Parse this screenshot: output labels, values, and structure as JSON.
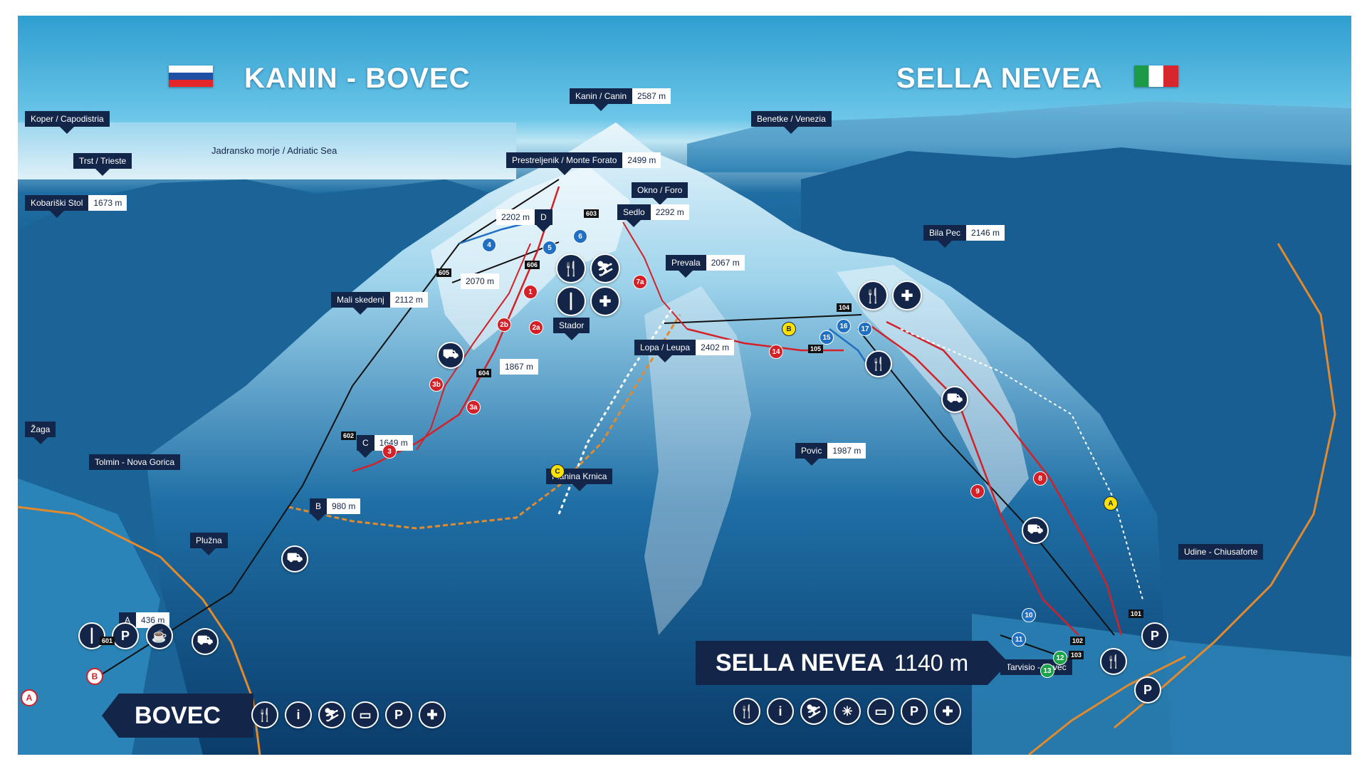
{
  "titles": {
    "left": "KANIN  -  BOVEC",
    "right": "SELLA  NEVEA"
  },
  "sea_label": "Jadransko morje / Adriatic Sea",
  "peaks": [
    {
      "name": "Kanin / Canin",
      "elev": "2587 m"
    },
    {
      "name": "Prestreljenik / Monte Forato",
      "elev": "2499 m"
    },
    {
      "name": "Okno / Foro",
      "elev": ""
    },
    {
      "name": "Sedlo",
      "elev": "2292 m"
    },
    {
      "name": "D",
      "elev": "2202 m"
    },
    {
      "name": "",
      "elev": "2070 m"
    },
    {
      "name": "Prevala",
      "elev": "2067 m"
    },
    {
      "name": "Mali skedenj",
      "elev": "2112 m"
    },
    {
      "name": "Stador",
      "elev": ""
    },
    {
      "name": "Lopa / Leupa",
      "elev": "2402 m"
    },
    {
      "name": "",
      "elev": "1867 m"
    },
    {
      "name": "Bila Pec",
      "elev": "2146 m"
    },
    {
      "name": "C",
      "elev": "1649 m"
    },
    {
      "name": "Povic",
      "elev": "1987 m"
    },
    {
      "name": "Planina Krnica",
      "elev": ""
    },
    {
      "name": "B",
      "elev": "980 m"
    },
    {
      "name": "A",
      "elev": "436 m"
    },
    {
      "name": "Kobariški Stol",
      "elev": "1673 m"
    },
    {
      "name": "Koper / Capodistria",
      "elev": ""
    },
    {
      "name": "Trst / Trieste",
      "elev": ""
    },
    {
      "name": "Benetke  /  Venezia",
      "elev": ""
    },
    {
      "name": "Žaga",
      "elev": ""
    },
    {
      "name": "Plužna",
      "elev": ""
    }
  ],
  "directions": [
    {
      "label": "Tolmin  -  Nova Gorica"
    },
    {
      "label": "Udine  -  Chiusaforte"
    },
    {
      "label": "Tarvisio  -  Bovec"
    }
  ],
  "resorts": {
    "bovec": {
      "name": "BOVEC"
    },
    "sella": {
      "name": "SELLA NEVEA",
      "elev": "1140 m"
    }
  },
  "piste_numbers": {
    "red": [
      "1",
      "2a",
      "2b",
      "3",
      "3a",
      "3b",
      "7a",
      "8",
      "9",
      "14"
    ],
    "blue": [
      "4",
      "5",
      "6",
      "10",
      "11",
      "15",
      "16",
      "17"
    ],
    "green": [
      "12",
      "13"
    ],
    "yellow": [
      "B",
      "C",
      "A"
    ]
  },
  "lift_ids": [
    "603",
    "605",
    "606",
    "604",
    "602",
    "601",
    "104",
    "105",
    "101",
    "102",
    "103"
  ],
  "markers": [
    "A",
    "B"
  ],
  "colors": {
    "label_bg": "#13264a",
    "piste_red": "#d42027",
    "piste_blue": "#1f6fc3",
    "piste_green": "#1ca34a",
    "road": "#e38a2c",
    "lift": "#111111"
  },
  "icons": [
    "restaurant-icon",
    "info-icon",
    "ski-school-icon",
    "ski-rental-icon",
    "bus-icon",
    "parking-icon",
    "first-aid-icon",
    "gondola-icon",
    "snowpark-icon",
    "coffee-icon"
  ]
}
